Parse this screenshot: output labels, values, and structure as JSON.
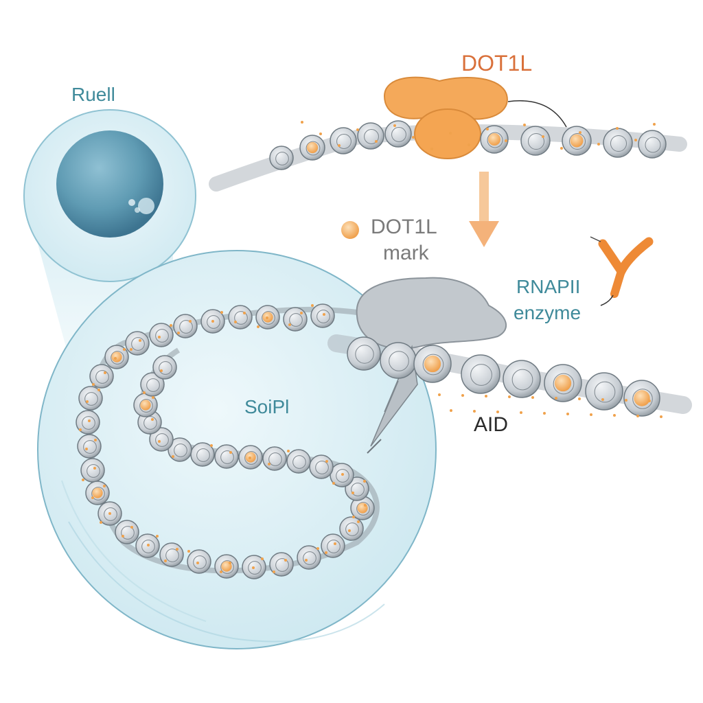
{
  "labels": {
    "cell": "Ruell",
    "dot1l_enzyme": "DOT1L",
    "dot1l_mark_line1": "DOT1L",
    "dot1l_mark_line2": "mark",
    "rnapii_line1": "RNAPII",
    "rnapii_line2": "enzyme",
    "nucleus_region": "SoiPl",
    "aid": "AID"
  },
  "colors": {
    "teal_text": "#3f8a9a",
    "orange_text": "#d9703a",
    "gray_text": "#7a7a7a",
    "dark_text": "#2a2a2a",
    "nucleus_fill": "#dcf0f5",
    "nucleus_stroke": "#7fb6c8",
    "cell_core": "#5f9bb3",
    "nucleosome": "#c9cfd4",
    "nucleosome_stroke": "#6f7a82",
    "mark_orange": "#f1a04a",
    "dot1l_orange": "#f4a95a",
    "rnapii_gray": "#c2c8cd"
  },
  "icons": [
    "cell-icon",
    "dot1l-enzyme-icon",
    "rnapii-enzyme-icon",
    "methyl-mark-icon",
    "arrow-down-icon",
    "y-shaped-enzyme-icon"
  ]
}
